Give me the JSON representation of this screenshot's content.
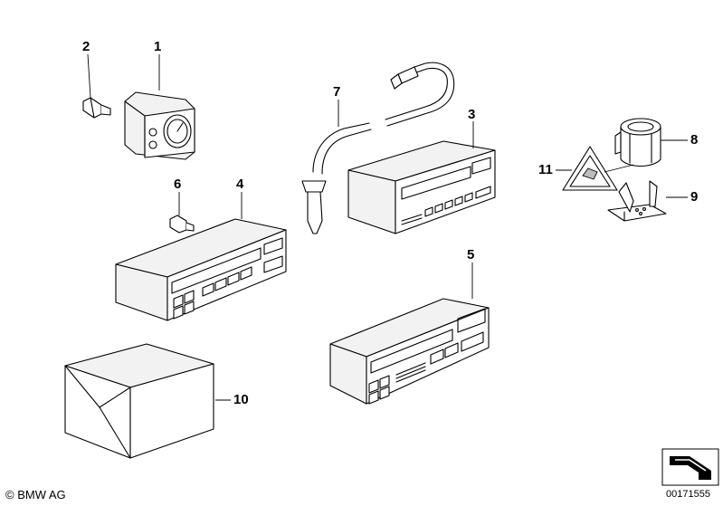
{
  "callouts": [
    {
      "id": "1",
      "label": "1"
    },
    {
      "id": "2",
      "label": "2"
    },
    {
      "id": "3",
      "label": "3"
    },
    {
      "id": "4",
      "label": "4"
    },
    {
      "id": "5",
      "label": "5"
    },
    {
      "id": "6",
      "label": "6"
    },
    {
      "id": "7",
      "label": "7"
    },
    {
      "id": "8",
      "label": "8"
    },
    {
      "id": "9",
      "label": "9"
    },
    {
      "id": "10",
      "label": "10"
    },
    {
      "id": "11",
      "label": "11"
    }
  ],
  "footer": {
    "copyright": "© BMW AG",
    "diagram_number": "00171555"
  },
  "icons": {
    "corner": "arrow-icon"
  }
}
